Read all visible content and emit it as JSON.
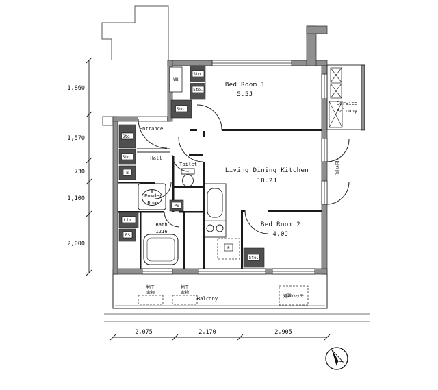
{
  "plan": {
    "rooms": {
      "bed_room_1": {
        "name": "Bed Room 1",
        "size": "5.5J"
      },
      "bed_room_2": {
        "name": "Bed Room 2",
        "size": "4.0J"
      },
      "ldk": {
        "name": "Living Dining Kitchen",
        "size": "10.2J"
      },
      "service_balcony": {
        "line1": "Service",
        "line2": "Balcony"
      },
      "entrance": {
        "name": "Entrance"
      },
      "hall": {
        "name": "Hall"
      },
      "toilet": {
        "name": "Toilet"
      },
      "powder_room": {
        "line1": "Powder",
        "line2": "Room"
      },
      "bath": {
        "name": "Bath",
        "size": "1216"
      },
      "balcony": {
        "name": "Balcony"
      }
    },
    "fixtures": {
      "sto": "Sto.",
      "wb": "WB",
      "lin": "Lin.",
      "ps": "PS",
      "boiler": "B",
      "fridge": "R",
      "laundry_line1": "物干",
      "laundry_line2": "金物",
      "hatch": "避難ハッチ"
    },
    "notes": {
      "window": "（開き窓）"
    },
    "dimensions": {
      "left": [
        "1,860",
        "1,570",
        "730",
        "1,100",
        "2,000"
      ],
      "bottom": [
        "2,075",
        "2,170",
        "2,905"
      ]
    },
    "colors": {
      "wall": "#8f8f8f",
      "partition": "#1a1a1a",
      "storage": "#4f4f4f",
      "background": "#ffffff"
    }
  }
}
